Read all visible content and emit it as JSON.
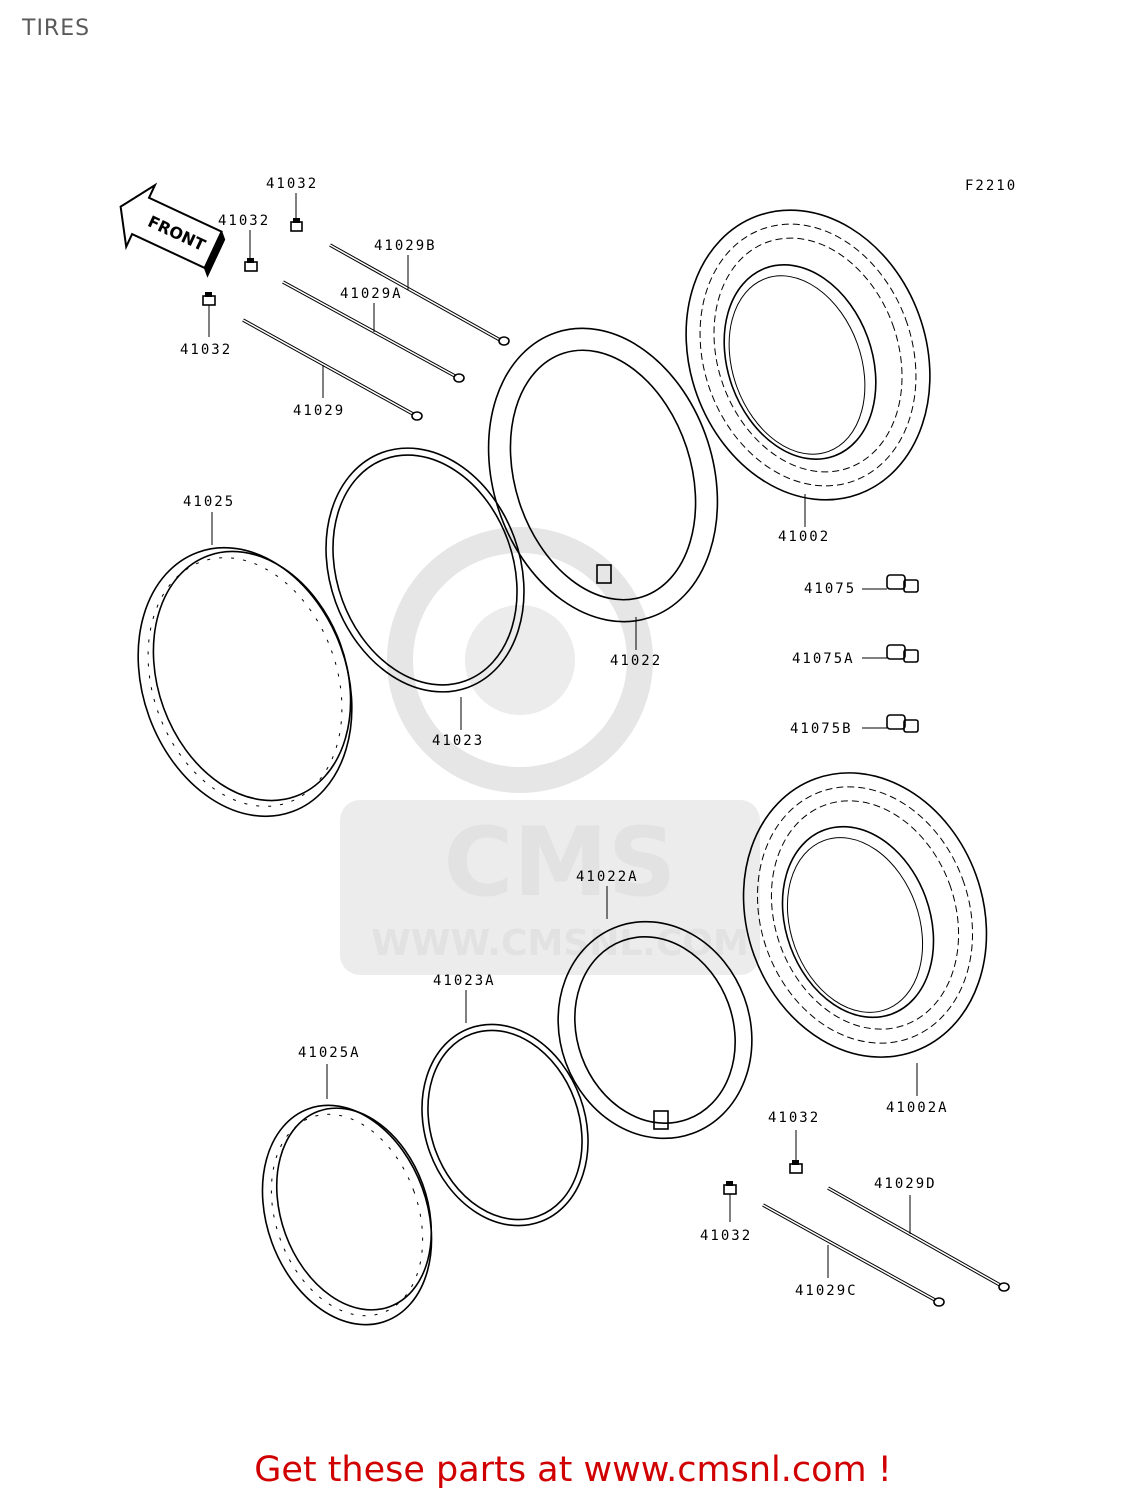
{
  "header": {
    "title": "TIRES"
  },
  "diagram": {
    "ref_code": "F2210",
    "front_label": "FRONT",
    "watermark": {
      "logo": "CMS",
      "url": "WWW.CMSNL.COM"
    },
    "part_labels": {
      "spoke_nipple_1": "41032",
      "spoke_nipple_2": "41032",
      "spoke_nipple_3": "41032",
      "spoke_b": "41029B",
      "spoke_a": "41029A",
      "spoke": "41029",
      "rim": "41025",
      "rim_band": "41023",
      "tube": "41022",
      "tire": "41002",
      "valve_cap": "41075",
      "valve_cap_a": "41075A",
      "valve_cap_b": "41075B",
      "tube_a": "41022A",
      "rim_band_a": "41023A",
      "rim_a": "41025A",
      "tire_a": "41002A",
      "spoke_nipple_4": "41032",
      "spoke_nipple_5": "41032",
      "spoke_d": "41029D",
      "spoke_c": "41029C"
    }
  },
  "footer": {
    "link_text": "Get these parts at www.cmsnl.com !"
  }
}
